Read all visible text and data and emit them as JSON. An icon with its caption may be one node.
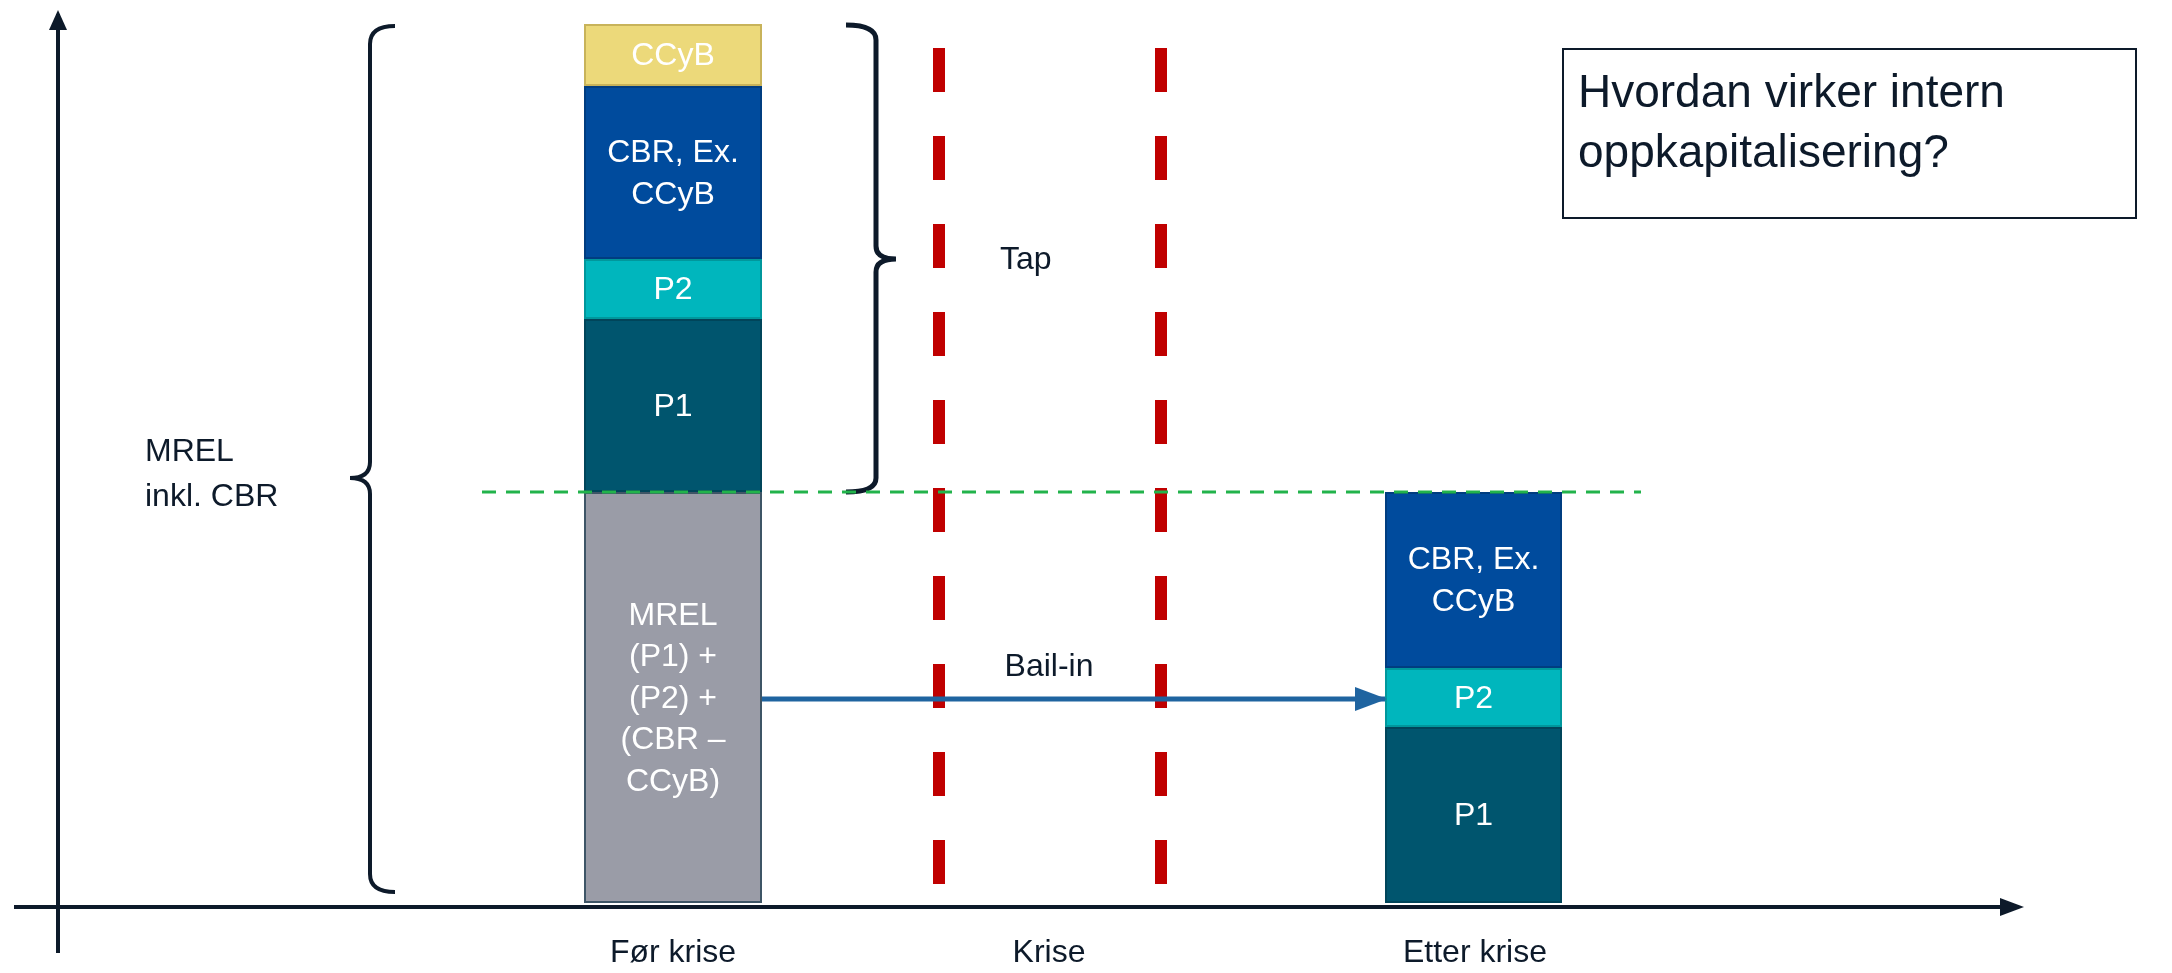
{
  "diagram": {
    "title": "Hvordan virker intern oppkapitalisering?",
    "nodes": [
      {
        "text": [
          "CCyB"
        ]
      },
      {
        "text": [
          "CBR, Ex. CCyB"
        ]
      },
      {
        "text": [
          "P2"
        ]
      },
      {
        "text": [
          "P1"
        ]
      },
      {
        "text": [
          "MREL (P1) + (P2) + (CBR – CCyB)"
        ]
      },
      {
        "text": [
          "CBR, Ex. CCyB"
        ]
      },
      {
        "text": [
          "P2"
        ]
      },
      {
        "text": [
          "P1"
        ]
      }
    ],
    "edges": [
      {
        "from": 4,
        "to": 6,
        "arrow": "to",
        "label": "Bail-in",
        "color": "#1f64a0"
      }
    ],
    "labels": [
      "MREL inkl. CBR",
      "Tap",
      "Før krise",
      "Krise",
      "Etter krise"
    ]
  }
}
